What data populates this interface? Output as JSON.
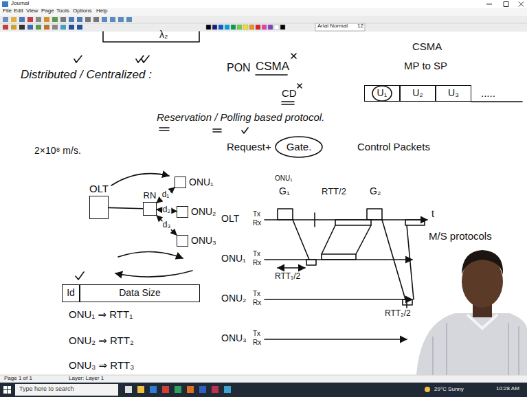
{
  "diagram": {
    "nodes": [
      {
        "text": [
          "OLT"
        ]
      },
      {
        "text": [
          "RN"
        ]
      },
      {
        "text": [
          "ONU₁"
        ]
      },
      {
        "text": [
          "ONU₂"
        ]
      },
      {
        "text": [
          "ONU₃"
        ]
      },
      {
        "text": [
          "U₁"
        ]
      },
      {
        "text": [
          "U₂"
        ]
      },
      {
        "text": [
          "U₃"
        ]
      },
      {
        "text": [
          "Id"
        ]
      },
      {
        "text": [
          "Data Size"
        ]
      },
      {
        "text": [
          "Gate."
        ]
      }
    ],
    "edges": [
      {
        "from": 0,
        "to": 1,
        "arrow": "none"
      },
      {
        "from": 1,
        "to": 2,
        "label": "d₁",
        "arrow": "both"
      },
      {
        "from": 1,
        "to": 3,
        "label": "d₂",
        "arrow": "both"
      },
      {
        "from": 1,
        "to": 4,
        "label": "d₃",
        "arrow": "both"
      }
    ],
    "labels": [
      "Journal",
      "File",
      "Edit",
      "View",
      "Page",
      "Tools",
      "Options",
      "Help",
      "Arial Normal",
      "12",
      "λ₂",
      "Distributed / Centralized :",
      "PON",
      "CSMA",
      "CD",
      "CSMA",
      "MP to SP",
      ".....",
      "Reservation / Polling based protocol.",
      "Request",
      "+",
      "Control Packets",
      "2×10⁸ m/s.",
      "ONU₁ ⇒ RTT₁",
      "ONU₂ ⇒ RTT₂",
      "ONU₃ ⇒ RTT₃",
      "ONU₁",
      "G₁",
      "RTT/2",
      "G₂",
      "OLT",
      "Tx",
      "Rx",
      "ONU₁",
      "Tx",
      "Rx",
      "RTT₁/2",
      "ONU₂",
      "Tx",
      "Rx",
      "RTT₂/2",
      "ONU₃",
      "Tx",
      "Rx",
      "t",
      "M/S protocols",
      "Page 1 of 1",
      "Layer: Layer 1",
      "Type here to search",
      "29°C Sunny",
      "10:28 AM"
    ]
  }
}
